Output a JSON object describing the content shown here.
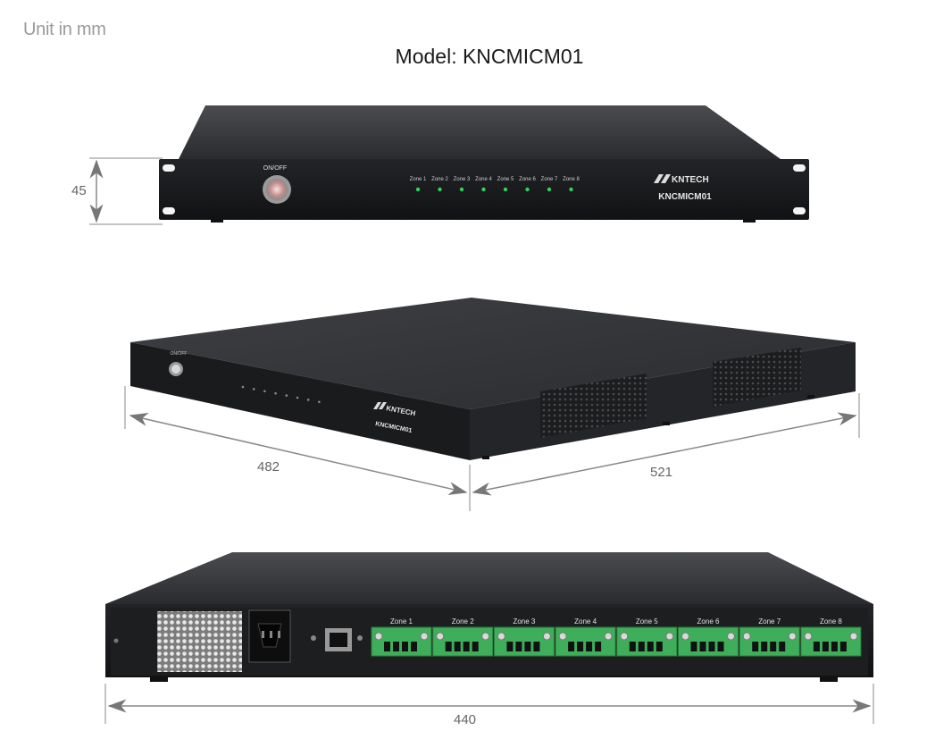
{
  "unit_label": "Unit in mm",
  "model_title": "Model: KNCMICM01",
  "dimensions": {
    "height": "45",
    "width": "482",
    "depth": "521",
    "body_width": "440"
  },
  "front_panel": {
    "power_label": "ON/OFF",
    "zones": [
      "Zone 1",
      "Zone 2",
      "Zone 3",
      "Zone 4",
      "Zone 5",
      "Zone 6",
      "Zone 7",
      "Zone 8"
    ],
    "brand": "KNTECH",
    "model": "KNCMICM01",
    "led_color": "#2fd35a"
  },
  "iso_view": {
    "power_label": "ON/OFF",
    "brand": "KNTECH",
    "model": "KNCMICM01"
  },
  "rear_panel": {
    "zones": [
      "Zone 1",
      "Zone 2",
      "Zone 3",
      "Zone 4",
      "Zone 5",
      "Zone 6",
      "Zone 7",
      "Zone 8"
    ],
    "terminal_color": "#3fae5a"
  }
}
